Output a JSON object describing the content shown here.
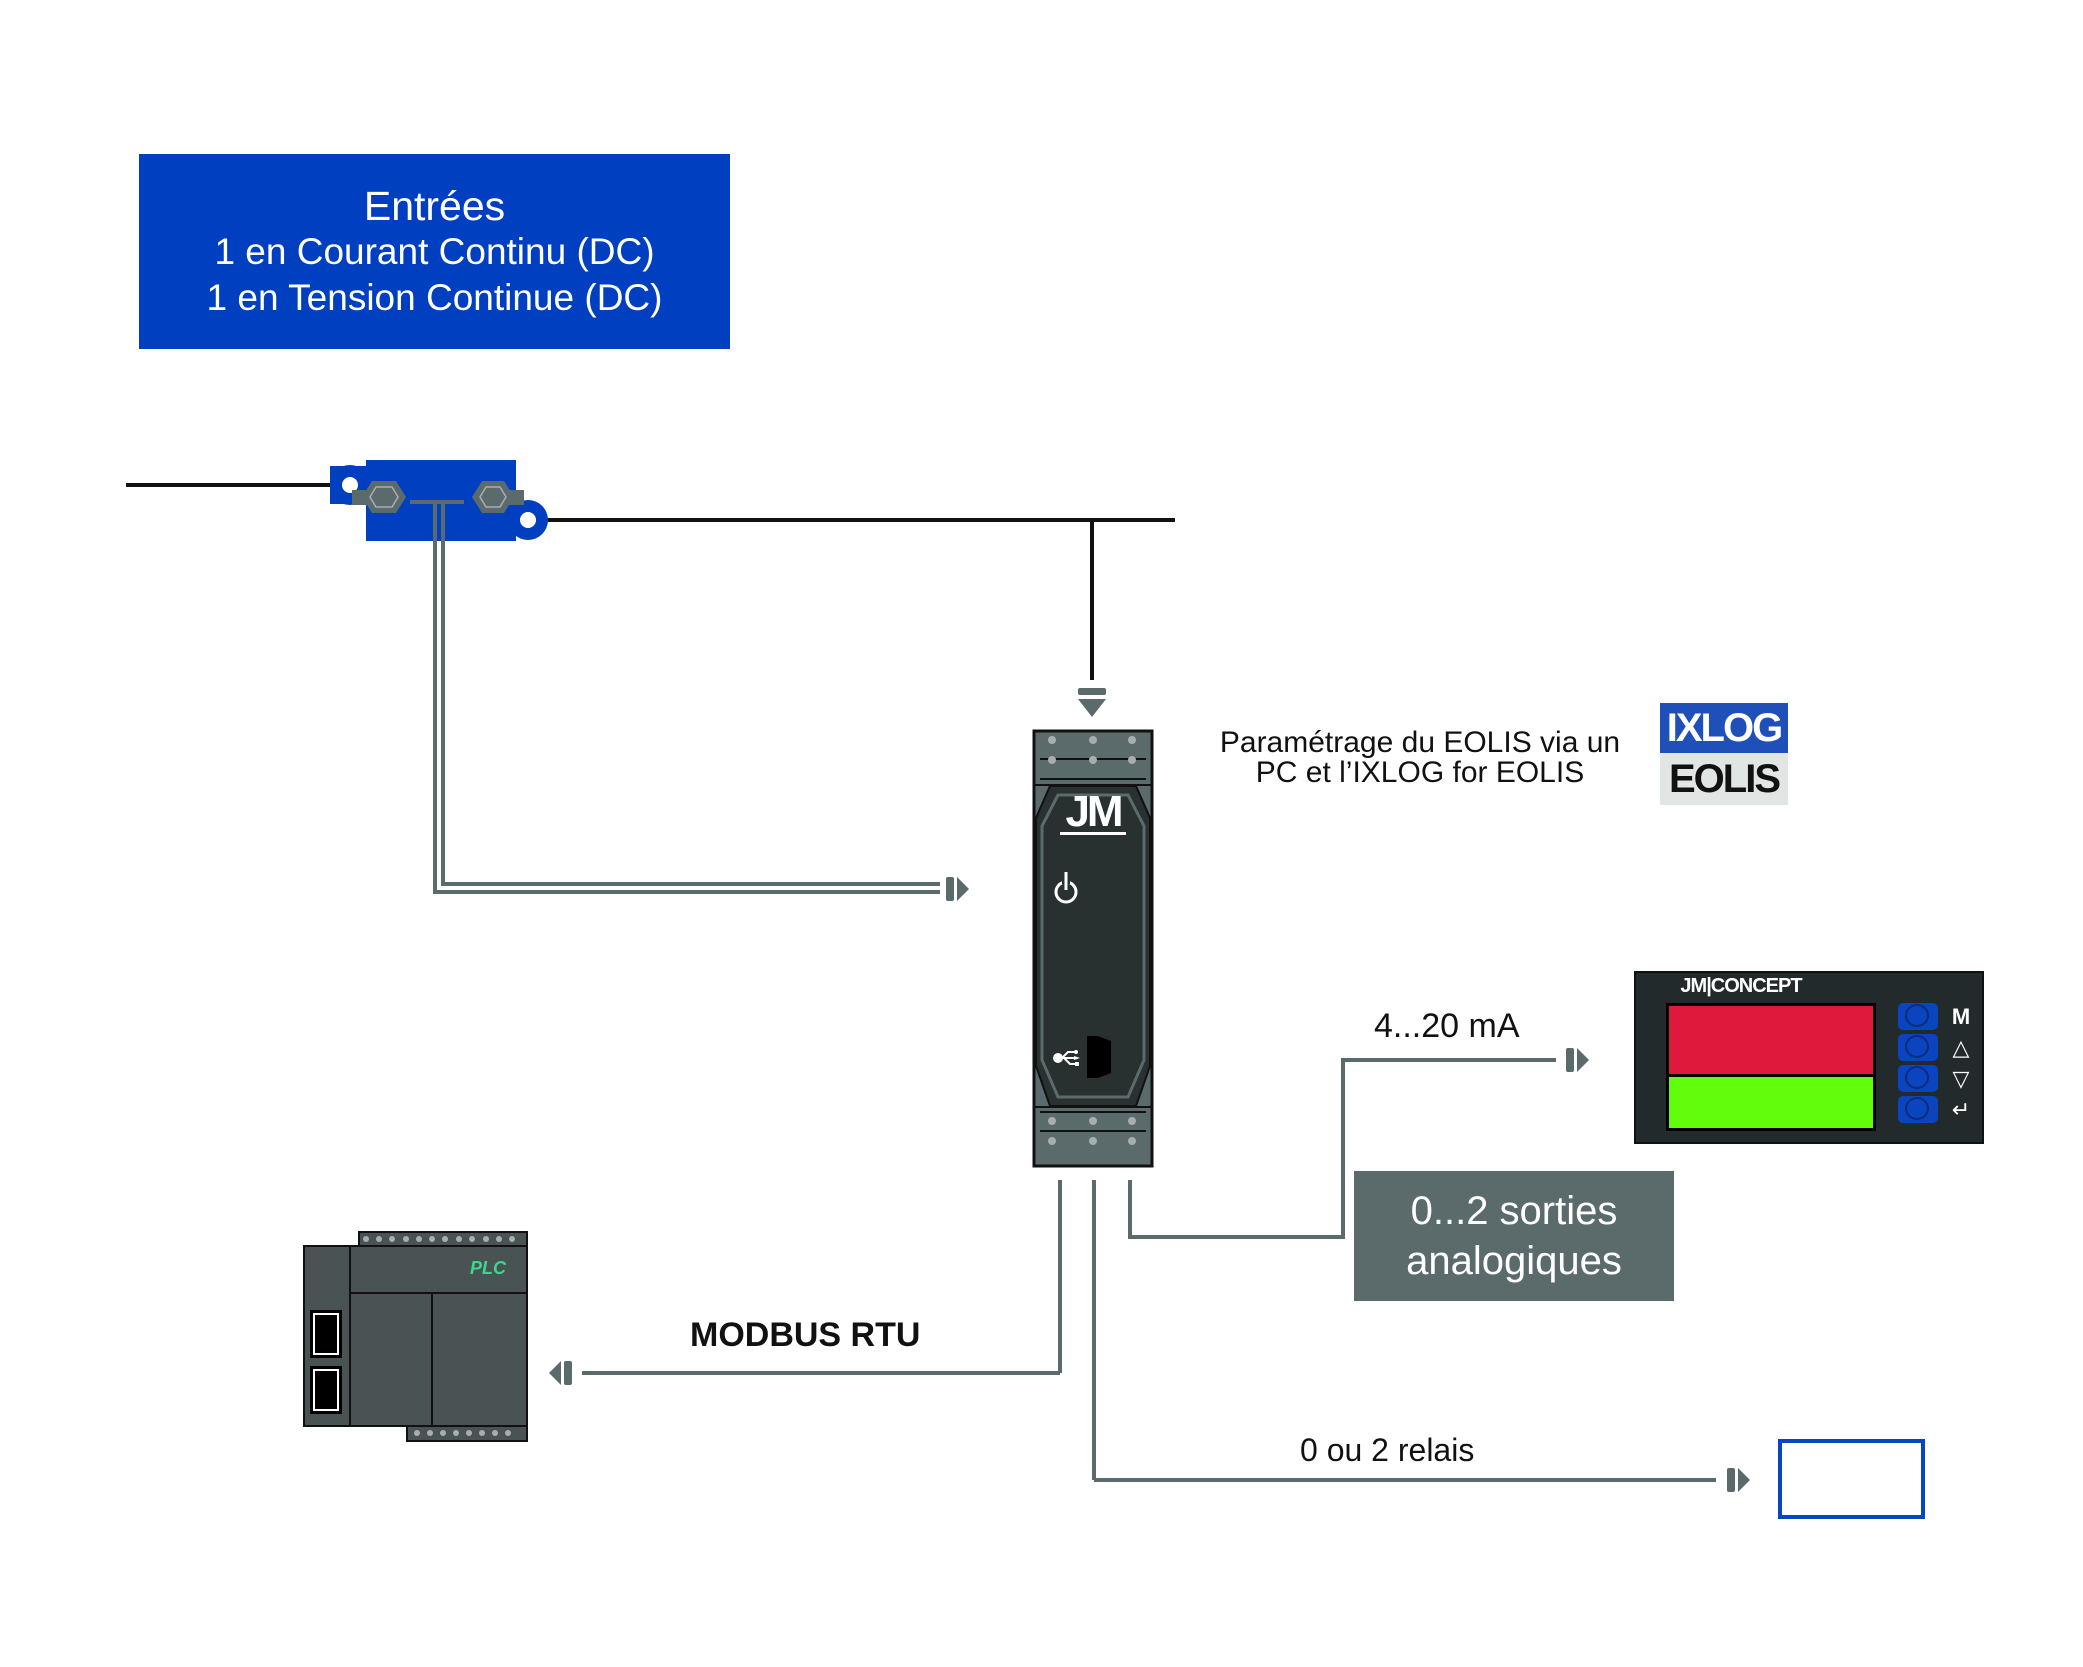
{
  "inputs_box": {
    "title": "Entrées",
    "line1": "1 en Courant Continu (DC)",
    "line2": "1 en Tension Continue (DC)"
  },
  "config": {
    "line1": "Paramétrage du EOLIS via un",
    "line2": "PC et l’IXLOG for EOLIS"
  },
  "logo": {
    "top": "IXLOG",
    "bottom": "EOLIS"
  },
  "device": {
    "brand": "JM",
    "power_icon": "power-icon",
    "usb_icon": "usb-icon"
  },
  "outputs": {
    "analog_signal": "4...20 mA",
    "analog_box_line1": "0...2 sorties",
    "analog_box_line2": "analogiques",
    "modbus": "MODBUS RTU",
    "relays": "0 ou 2 relais"
  },
  "display": {
    "brand": "JM|CONCEPT",
    "buttons": [
      "M",
      "△",
      "▽",
      "↵"
    ]
  },
  "plc": {
    "label": "PLC"
  },
  "colors": {
    "blue": "#0040c0",
    "gray": "#5b6b6b",
    "dark": "#232a2c",
    "red": "#de193c",
    "green": "#62fd0a",
    "plc_text": "#3dd68c"
  }
}
